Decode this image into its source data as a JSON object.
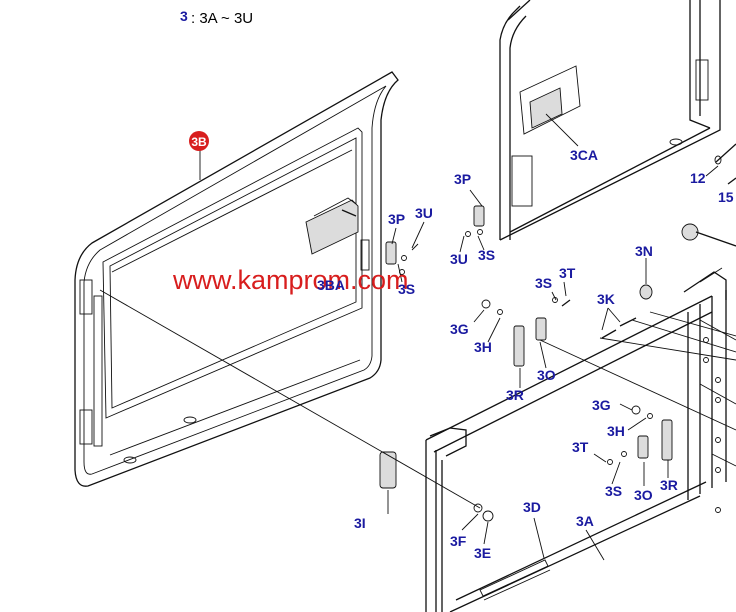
{
  "header": {
    "group_number": "3",
    "range_text": ": 3A ~ 3U"
  },
  "watermark": {
    "text": "www.kamprom.com",
    "color": "#d81e1e"
  },
  "badge": {
    "text": "3B",
    "color": "#d81e1e"
  },
  "label_color": "#1a1aa0",
  "labels": {
    "l_3p_a": "3P",
    "l_3u_a": "3U",
    "l_3ba": "3BA",
    "l_3s_a": "3S",
    "l_3ca": "3CA",
    "l_3p_b": "3P",
    "l_3u_b": "3U",
    "l_3s_b": "3S",
    "l_12": "12",
    "l_15": "15",
    "l_3n": "3N",
    "l_3s_c": "3S",
    "l_3t_a": "3T",
    "l_3k": "3K",
    "l_3g_a": "3G",
    "l_3h_a": "3H",
    "l_3o_a": "3O",
    "l_3r_a": "3R",
    "l_3g_b": "3G",
    "l_3h_b": "3H",
    "l_3t_b": "3T",
    "l_3s_d": "3S",
    "l_3o_b": "3O",
    "l_3r_b": "3R",
    "l_3i": "3I",
    "l_3f": "3F",
    "l_3e": "3E",
    "l_3d": "3D",
    "l_3a": "3A"
  }
}
